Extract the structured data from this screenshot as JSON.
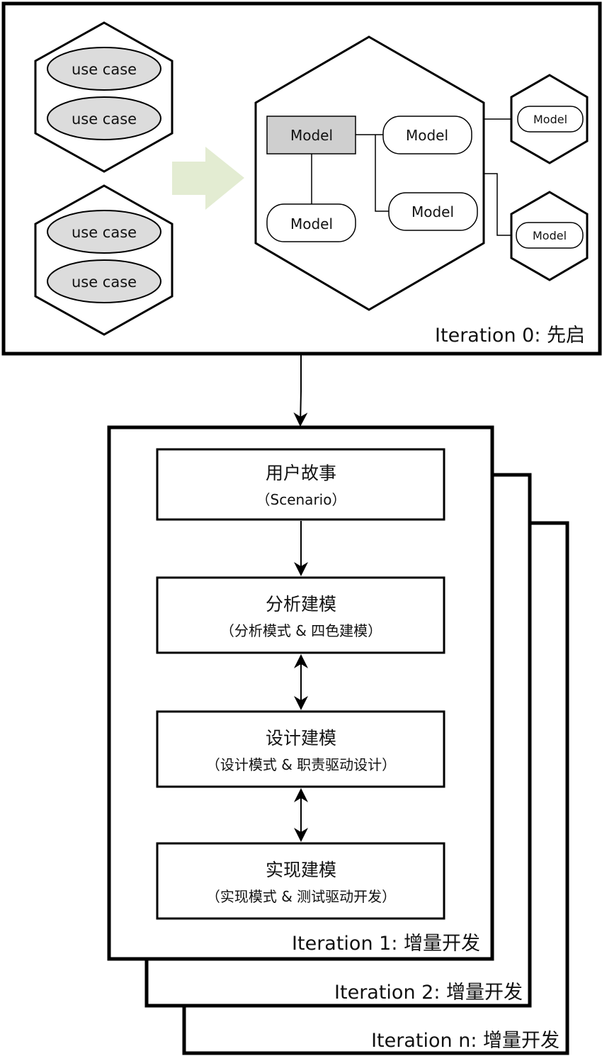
{
  "iteration0": {
    "label": "Iteration 0: 先启",
    "use_cases": [
      "use case",
      "use case",
      "use case",
      "use case"
    ],
    "models": {
      "main": "Model",
      "m1": "Model",
      "m2": "Model",
      "m3": "Model",
      "ext1": "Model",
      "ext2": "Model"
    }
  },
  "iterations": [
    {
      "label": "Iteration 1: 增量开发"
    },
    {
      "label": "Iteration 2: 增量开发"
    },
    {
      "label": "Iteration n: 增量开发"
    }
  ],
  "steps": [
    {
      "title": "用户故事",
      "subtitle": "（Scenario）"
    },
    {
      "title": "分析建模",
      "subtitle": "（分析模式 & 四色建模）"
    },
    {
      "title": "设计建模",
      "subtitle": "（设计模式 & 职责驱动设计）"
    },
    {
      "title": "实现建模",
      "subtitle": "（实现模式 & 测试驱动开发）"
    }
  ],
  "colors": {
    "stroke": "#000000",
    "use_case_fill": "#dcdcdc",
    "model_main_fill": "#cfcfcf",
    "arrow_fill": "#e3ecd2"
  }
}
